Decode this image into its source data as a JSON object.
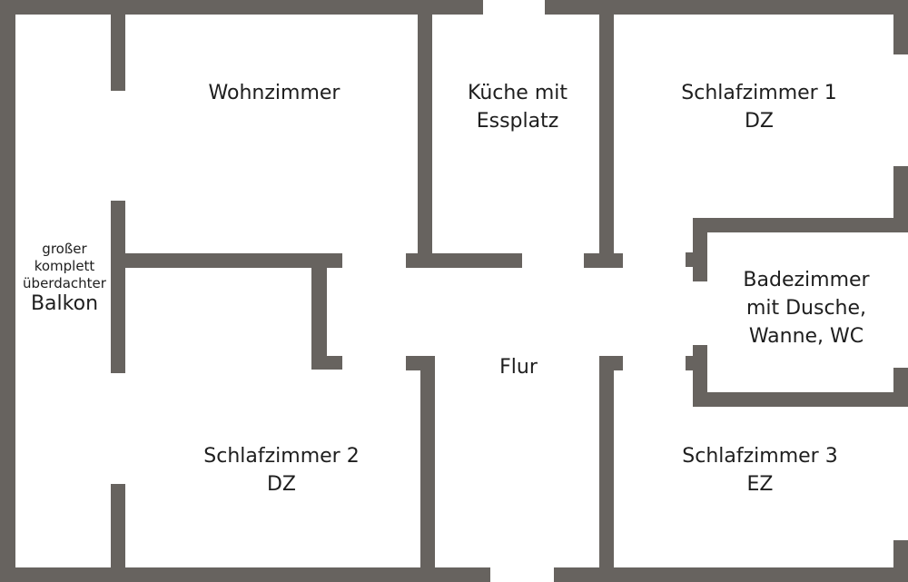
{
  "colors": {
    "wall": "#67635f",
    "background": "#ffffff",
    "text": "#1e1e1e"
  },
  "rooms": {
    "wohnzimmer": {
      "line1": "Wohnzimmer"
    },
    "kueche": {
      "line1": "Küche mit",
      "line2": "Essplatz"
    },
    "schlafzimmer1": {
      "line1": "Schlafzimmer 1",
      "line2": "DZ"
    },
    "balkon": {
      "line1": "großer",
      "line2": "komplett",
      "line3": "überdachter",
      "line4": "Balkon"
    },
    "badezimmer": {
      "line1": "Badezimmer",
      "line2": "mit Dusche,",
      "line3": "Wanne, WC"
    },
    "flur": {
      "line1": "Flur"
    },
    "schlafzimmer2": {
      "line1": "Schlafzimmer 2",
      "line2": "DZ"
    },
    "schlafzimmer3": {
      "line1": "Schlafzimmer 3",
      "line2": "EZ"
    }
  }
}
